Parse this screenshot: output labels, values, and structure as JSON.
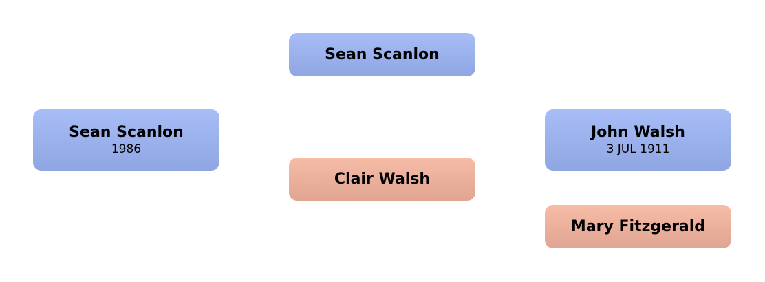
{
  "tree": {
    "subject": {
      "name": "Sean Scanlon",
      "date": "1986",
      "sex": "male"
    },
    "father": {
      "name": "Sean Scanlon",
      "sex": "male"
    },
    "mother": {
      "name": "Clair Walsh",
      "sex": "female"
    },
    "maternal_grandfather": {
      "name": "John Walsh",
      "date": "3 JUL 1911",
      "sex": "male"
    },
    "maternal_grandmother": {
      "name": "Mary Fitzgerald",
      "sex": "female"
    }
  },
  "colors": {
    "male_top": "#a8bdf7",
    "male_bottom": "#8fa6e2",
    "female_top": "#f7bca6",
    "female_bottom": "#e0a592"
  }
}
